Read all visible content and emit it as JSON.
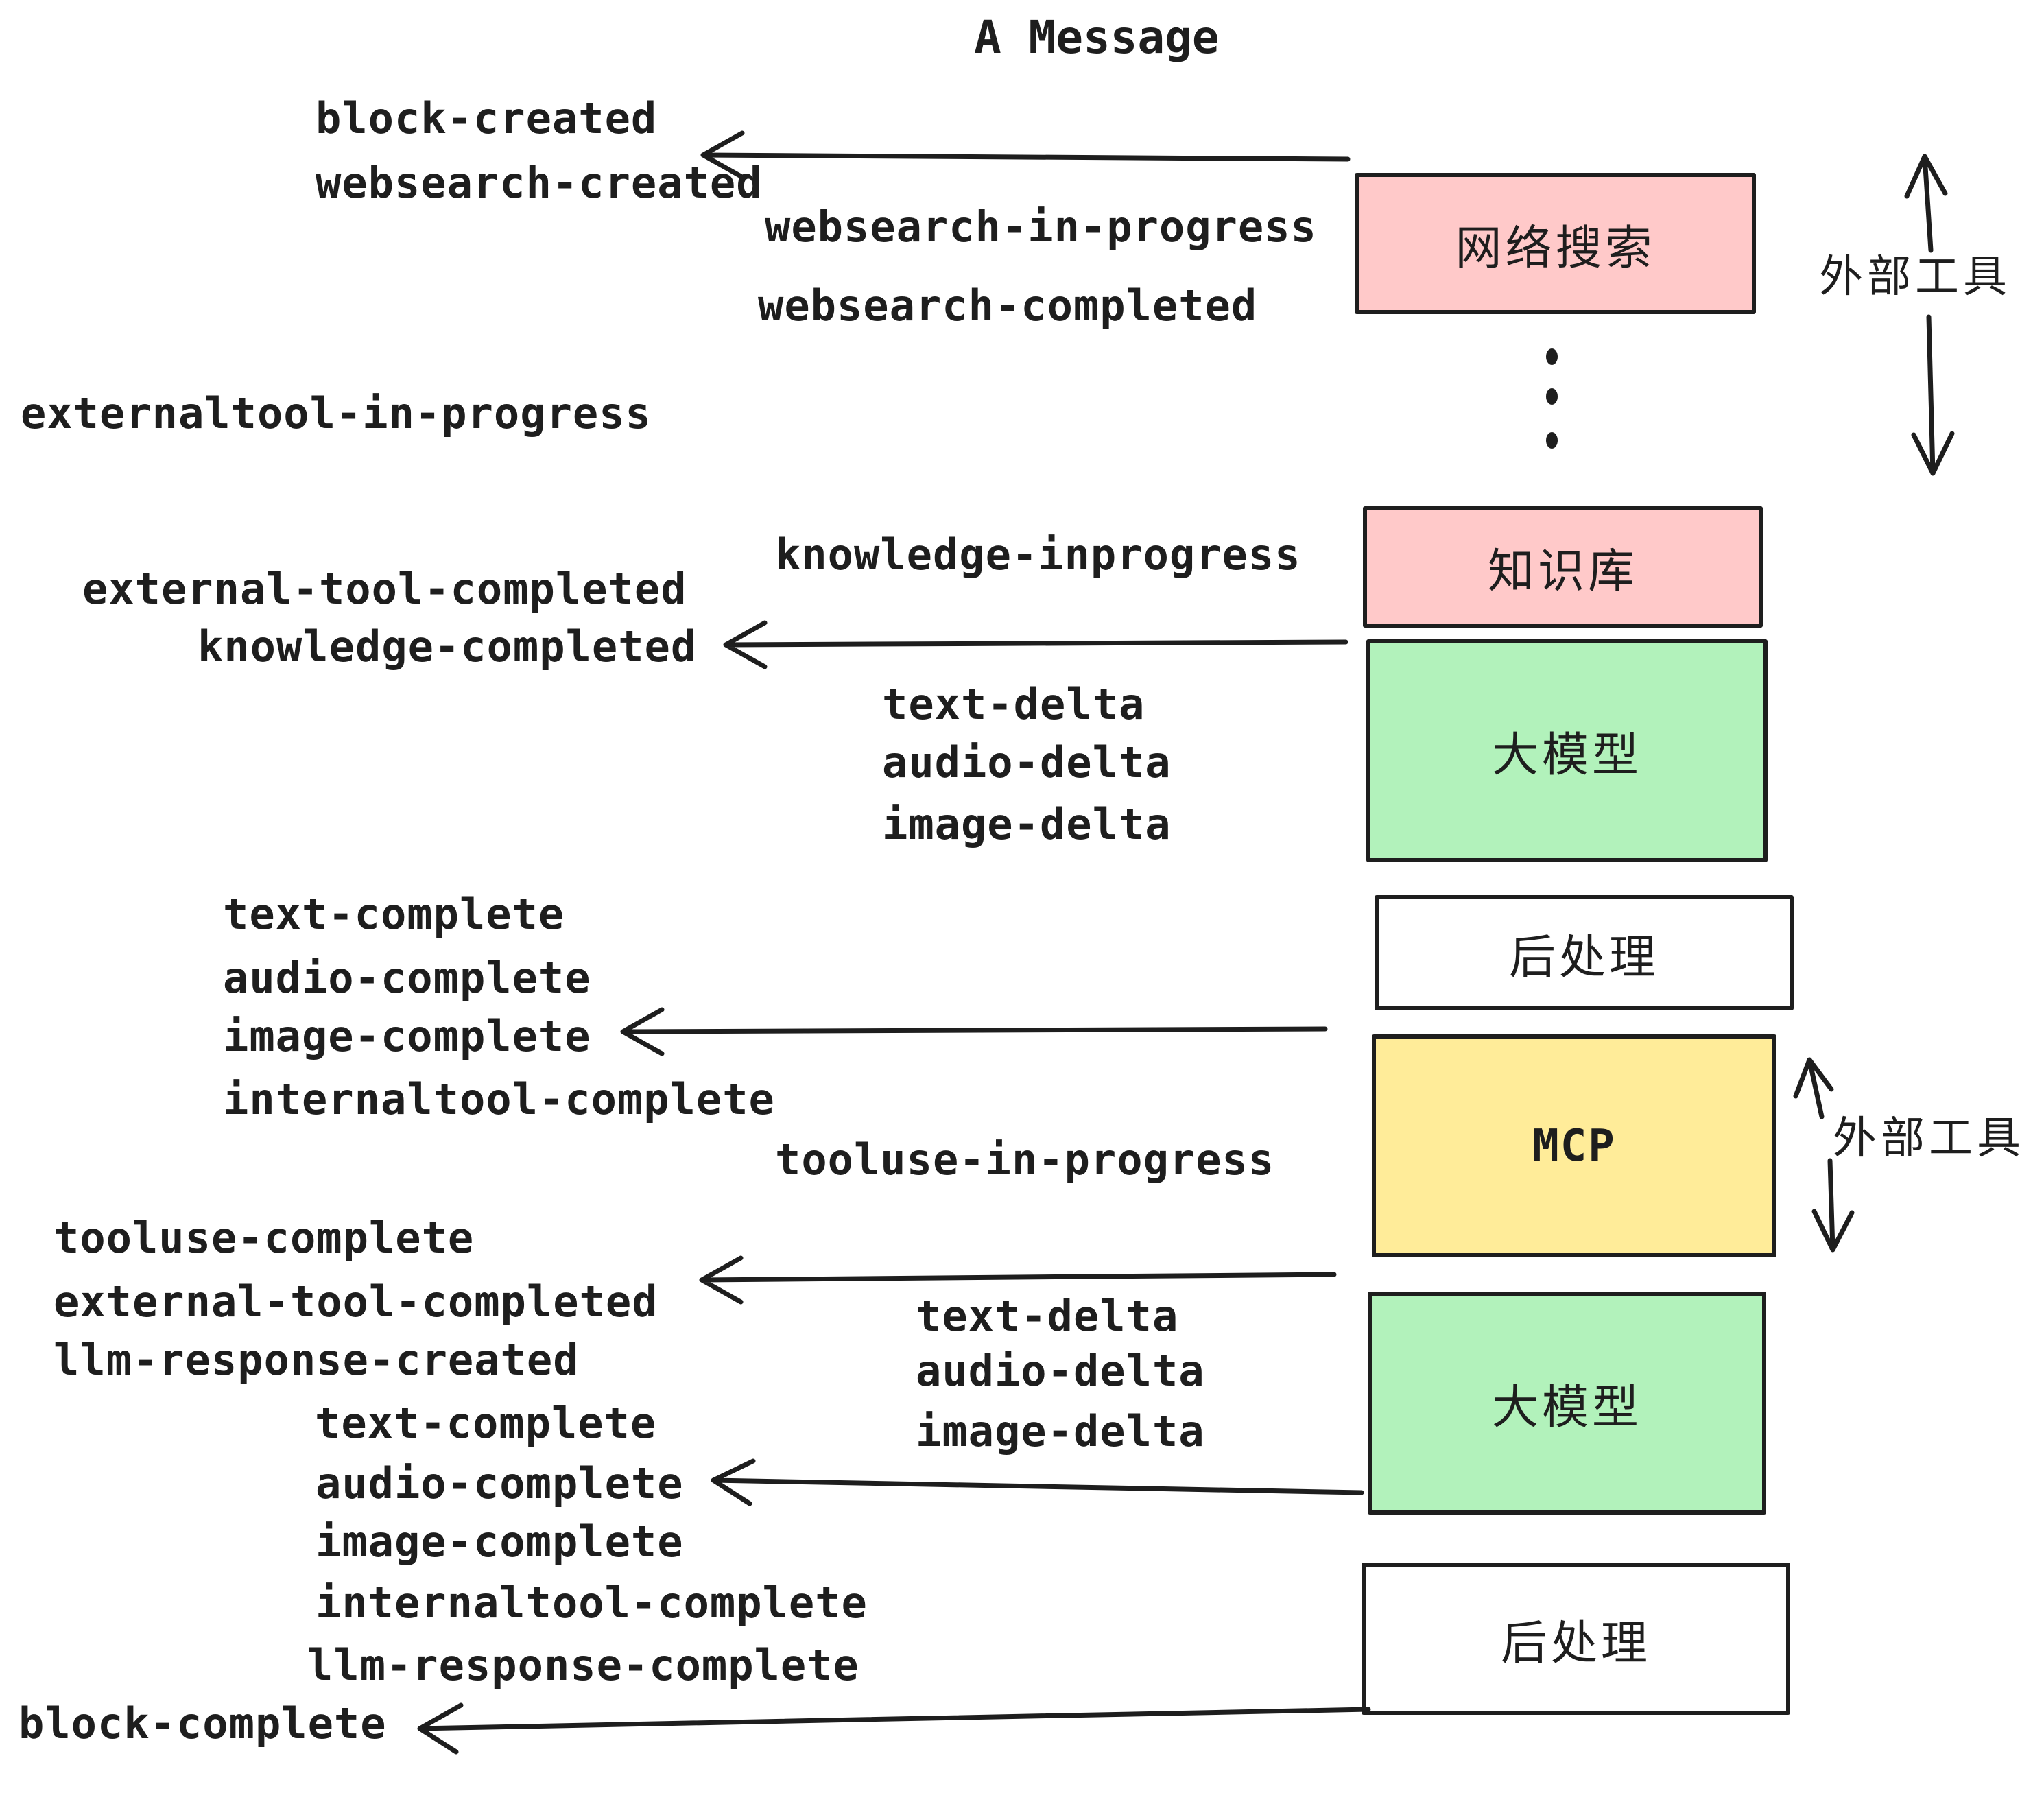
{
  "title": "A Message",
  "colors": {
    "stroke": "#1e1e1e",
    "pink": "#ffc9c9",
    "green": "#b2f2bb",
    "yellow": "#ffec99",
    "white": "#ffffff"
  },
  "events": [
    "block-created",
    "websearch-created",
    "websearch-in-progress",
    "websearch-completed",
    "externaltool-in-progress",
    "knowledge-inprogress",
    "external-tool-completed",
    "knowledge-completed",
    "text-delta",
    "audio-delta",
    "image-delta",
    "text-complete",
    "audio-complete",
    "image-complete",
    "internaltool-complete",
    "tooluse-in-progress",
    "tooluse-complete",
    "external-tool-completed",
    "llm-response-created",
    "text-complete",
    "text-delta",
    "audio-delta",
    "image-delta",
    "audio-complete",
    "image-complete",
    "internaltool-complete",
    "llm-response-complete",
    "block-complete"
  ],
  "boxes": [
    "网络搜索",
    "知识库",
    "大模型",
    "后处理",
    "MCP",
    "大模型",
    "后处理"
  ],
  "side_labels": [
    "外部工具",
    "外部工具"
  ]
}
